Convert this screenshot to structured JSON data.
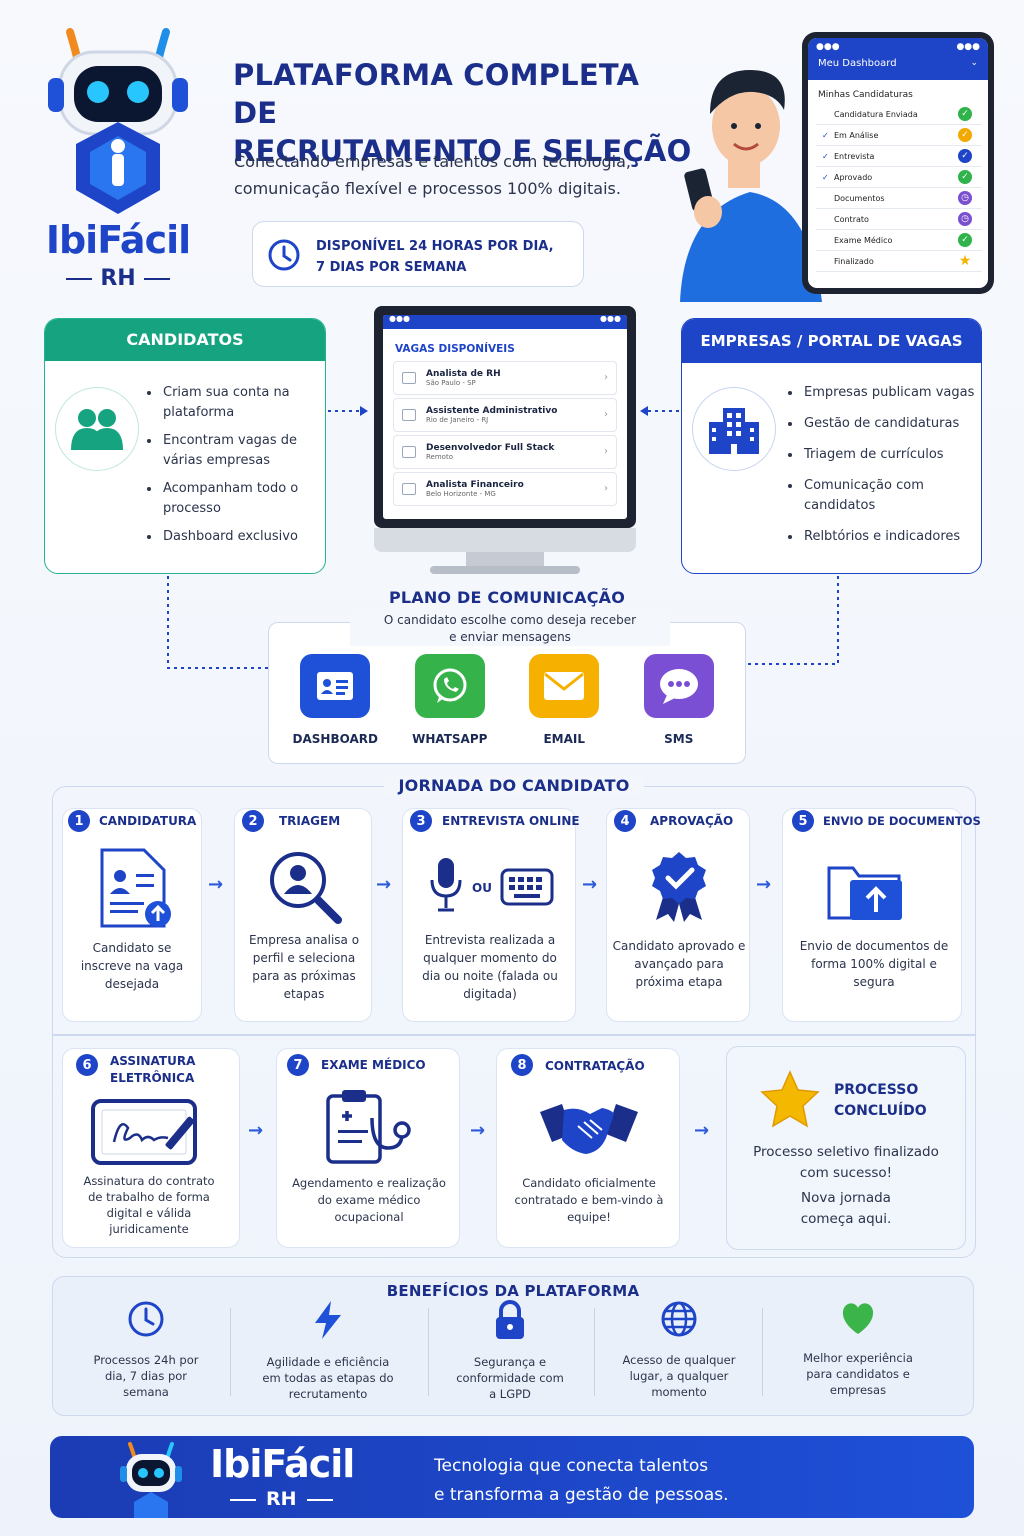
{
  "brand": {
    "name": "IbiFácil",
    "sub": "RH"
  },
  "hero": {
    "title_line1": "PLATAFORMA COMPLETA DE",
    "title_line2": "RECRUTAMENTO E SELEÇÃO",
    "subtitle_line1": "Conectando empresas e talentos com tecnologia,",
    "subtitle_line2": "comunicação flexível e processos 100% digitais.",
    "availability_line1": "DISPONÍVEL 24 HORAS POR DIA,",
    "availability_line2": "7 DIAS POR SEMANA"
  },
  "dashboard": {
    "title": "Meu Dashboard",
    "section": "Minhas Candidaturas",
    "items": [
      {
        "label": "Candidatura Enviada",
        "status": "check",
        "color": "#2fb34a"
      },
      {
        "label": "Em Análise",
        "status": "check",
        "color": "#f2a900"
      },
      {
        "label": "Entrevista",
        "status": "check",
        "color": "#1e44c7"
      },
      {
        "label": "Aprovado",
        "status": "check",
        "color": "#2fb34a"
      },
      {
        "label": "Documentos",
        "status": "pending",
        "color": "#7a4fd0"
      },
      {
        "label": "Contrato",
        "status": "pending",
        "color": "#7a4fd0"
      },
      {
        "label": "Exame Médico",
        "status": "check",
        "color": "#2fb34a"
      },
      {
        "label": "Finalizado",
        "status": "star",
        "color": "#f2b400"
      }
    ]
  },
  "candidates": {
    "title": "CANDIDATOS",
    "items": [
      "Criam sua conta na plataforma",
      "Encontram vagas de várias empresas",
      "Acompanham todo o processo",
      "Dashboard exclusivo"
    ]
  },
  "jobs": {
    "title": "VAGAS DISPONÍVEIS",
    "items": [
      {
        "title": "Analista de RH",
        "location": "São Paulo - SP"
      },
      {
        "title": "Assistente Administrativo",
        "location": "Rio de Janeiro - RJ"
      },
      {
        "title": "Desenvolvedor Full Stack",
        "location": "Remoto"
      },
      {
        "title": "Analista Financeiro",
        "location": "Belo Horizonte - MG"
      }
    ]
  },
  "companies": {
    "title": "EMPRESAS / PORTAL DE VAGAS",
    "items": [
      "Empresas publicam vagas",
      "Gestão de candidaturas",
      "Triagem de currículos",
      "Comunicação com candidatos",
      "Relbtórios e indicadores"
    ]
  },
  "communication": {
    "title": "PLANO DE COMUNICAÇÃO",
    "subtitle_line1": "O candidato escolhe como deseja receber",
    "subtitle_line2": "e enviar mensagens",
    "channels": [
      {
        "label": "DASHBOARD",
        "icon": "id-card-icon",
        "color": "#1e50d8"
      },
      {
        "label": "WHATSAPP",
        "icon": "whatsapp-icon",
        "color": "#36b24a"
      },
      {
        "label": "EMAIL",
        "icon": "envelope-icon",
        "color": "#f5b000"
      },
      {
        "label": "SMS",
        "icon": "chat-bubble-icon",
        "color": "#7b4fd3"
      }
    ]
  },
  "journey": {
    "title": "JORNADA DO CANDIDATO",
    "steps": [
      {
        "num": "1",
        "title": "CANDIDATURA",
        "desc": "Candidato se inscreve na vaga desejada"
      },
      {
        "num": "2",
        "title": "TRIAGEM",
        "desc": "Empresa analisa o perfil e seleciona para as próximas etapas"
      },
      {
        "num": "3",
        "title": "ENTREVISTA ONLINE",
        "desc": "Entrevista realizada a qualquer momento do dia ou noite (falada ou digitada)",
        "or": "OU"
      },
      {
        "num": "4",
        "title": "APROVAÇÃO",
        "desc": "Candidato aprovado e avançado para próxima etapa"
      },
      {
        "num": "5",
        "title": "ENVIO DE DOCUMENTOS",
        "desc": "Envio de documentos de forma 100% digital e segura"
      },
      {
        "num": "6",
        "title": "ASSINATURA ELETRÔNICA",
        "desc": "Assinatura do contrato de trabalho de forma digital e válida juridicamente"
      },
      {
        "num": "7",
        "title": "EXAME MÉDICO",
        "desc": "Agendamento e realização do exame médico ocupacional"
      },
      {
        "num": "8",
        "title": "CONTRATAÇÃO",
        "desc": "Candidato oficialmente contratado e bem-vindo à equipe!"
      }
    ],
    "done": {
      "title_line1": "PROCESSO",
      "title_line2": "CONCLUÍDO",
      "desc1": "Processo seletivo finalizado com sucesso!",
      "desc2": "Nova jornada começa aqui."
    }
  },
  "benefits": {
    "title": "BENEFÍCIOS DA PLATAFORMA",
    "items": [
      {
        "icon": "clock-icon",
        "text": "Processos 24h por dia, 7 dias por semana"
      },
      {
        "icon": "lightning-icon",
        "text": "Agilidade e eficiência em todas as etapas do recrutamento"
      },
      {
        "icon": "lock-icon",
        "text": "Segurança e conformidade com a LGPD"
      },
      {
        "icon": "globe-icon",
        "text": "Acesso de qualquer lugar, a qualquer momento"
      },
      {
        "icon": "heart-icon",
        "text": "Melhor experiência para candidatos e empresas"
      }
    ]
  },
  "footer": {
    "tagline_line1": "Tecnologia que conecta talentos",
    "tagline_line2": "e transforma a gestão de pessoas."
  },
  "colors": {
    "primary": "#1e44c7",
    "navy": "#1b2f8a",
    "teal": "#16a37f"
  }
}
